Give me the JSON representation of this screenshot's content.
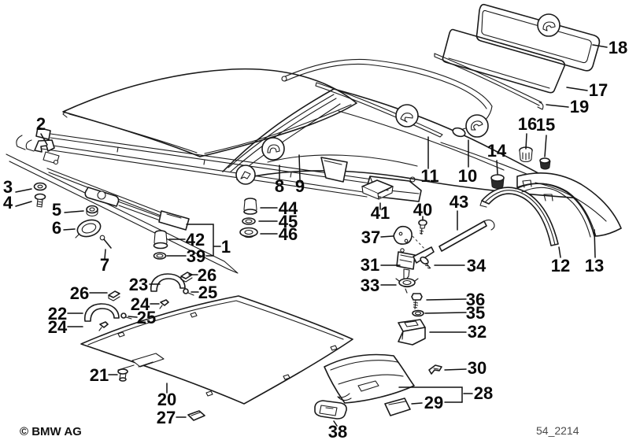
{
  "diagram": {
    "copyright": "© BMW AG",
    "code": "54_2214",
    "colors": {
      "line": "#1a1a1a",
      "background": "#ffffff",
      "code_text": "#4a4a4a"
    },
    "callouts": [
      {
        "label": "2"
      },
      {
        "label": "3"
      },
      {
        "label": "4"
      },
      {
        "label": "5"
      },
      {
        "label": "6"
      },
      {
        "label": "7"
      },
      {
        "label": "8"
      },
      {
        "label": "9"
      },
      {
        "label": "44"
      },
      {
        "label": "45"
      },
      {
        "label": "46"
      },
      {
        "label": "42"
      },
      {
        "label": "39"
      },
      {
        "label": "1"
      },
      {
        "label": "26"
      },
      {
        "label": "23"
      },
      {
        "label": "25"
      },
      {
        "label": "26"
      },
      {
        "label": "24"
      },
      {
        "label": "22"
      },
      {
        "label": "25"
      },
      {
        "label": "24"
      },
      {
        "label": "21"
      },
      {
        "label": "20"
      },
      {
        "label": "27"
      },
      {
        "label": "38"
      },
      {
        "label": "29"
      },
      {
        "label": "28"
      },
      {
        "label": "30"
      },
      {
        "label": "32"
      },
      {
        "label": "35"
      },
      {
        "label": "36"
      },
      {
        "label": "33"
      },
      {
        "label": "34"
      },
      {
        "label": "31"
      },
      {
        "label": "37"
      },
      {
        "label": "43"
      },
      {
        "label": "40"
      },
      {
        "label": "41"
      },
      {
        "label": "14"
      },
      {
        "label": "10"
      },
      {
        "label": "11"
      },
      {
        "label": "16"
      },
      {
        "label": "15"
      },
      {
        "label": "19"
      },
      {
        "label": "17"
      },
      {
        "label": "18"
      },
      {
        "label": "12"
      },
      {
        "label": "13"
      }
    ]
  }
}
